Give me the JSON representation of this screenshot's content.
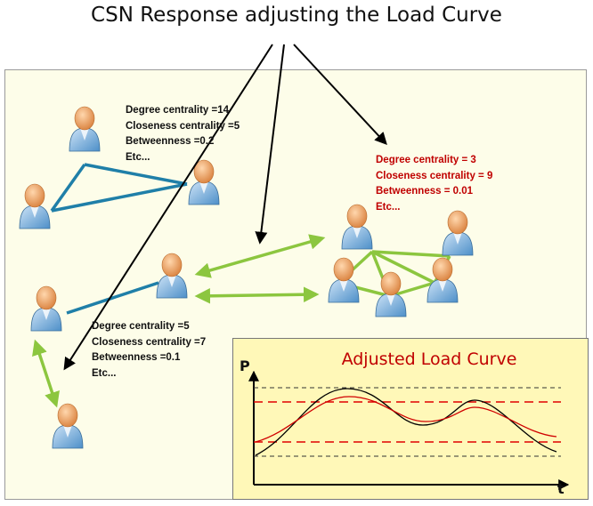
{
  "title": "CSN Response adjusting the Load Curve",
  "metrics_group_1": {
    "lines": [
      "Degree centrality =14",
      "Closeness centrality =5",
      "Betweenness =0.2",
      "Etc..."
    ]
  },
  "metrics_group_2": {
    "lines": [
      "Degree centrality = 3",
      "Closeness centrality = 9",
      "Betweenness = 0.01",
      "Etc..."
    ],
    "color": "#c00000"
  },
  "metrics_group_3": {
    "lines": [
      "Degree centrality =5",
      "Closeness centrality =7",
      "Betweenness =0.1",
      "Etc..."
    ]
  },
  "load_curve": {
    "title": "Adjusted Load Curve",
    "y_axis_label": "P",
    "x_axis_label": "t"
  },
  "colors": {
    "panel_bg": "#fdfde9",
    "inset_bg": "#fff8b8",
    "blue_link": "#1f7fa8",
    "green_link": "#8cc63f",
    "red_accent": "#c00000",
    "person_head": "#f4a460",
    "person_body": "#6fa8dc"
  }
}
